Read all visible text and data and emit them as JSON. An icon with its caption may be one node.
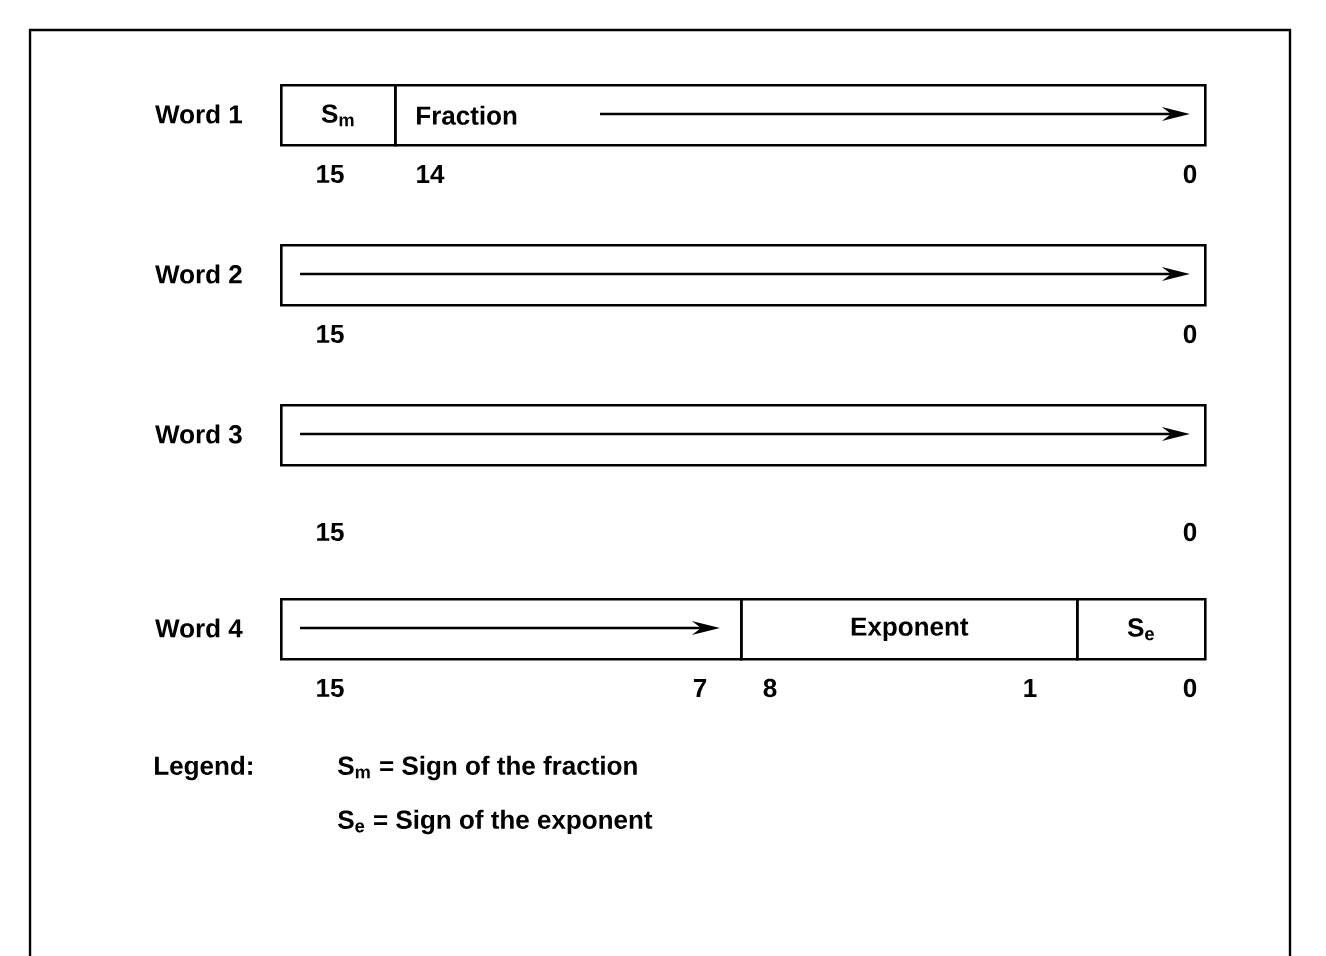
{
  "diagram": {
    "nodes": [
      {
        "text": [
          "S$_{m}$"
        ]
      },
      {
        "text": [
          "Fraction"
        ]
      },
      {
        "text": [],
        "shape": "box"
      },
      {
        "text": [],
        "shape": "box"
      },
      {
        "text": [],
        "shape": "box"
      },
      {
        "text": [
          "Exponent"
        ]
      },
      {
        "text": [
          "S$_{e}$"
        ]
      }
    ],
    "labels": [
      "Word 1",
      "15",
      "14",
      "0",
      "Word 2",
      "15",
      "0",
      "Word 3",
      "15",
      "0",
      "Word 4",
      "15",
      "7",
      "8",
      "1",
      "0",
      "Legend:",
      "S$_{m}$ = Sign of the fraction",
      "S$_{e}$ = Sign of the exponent"
    ]
  }
}
